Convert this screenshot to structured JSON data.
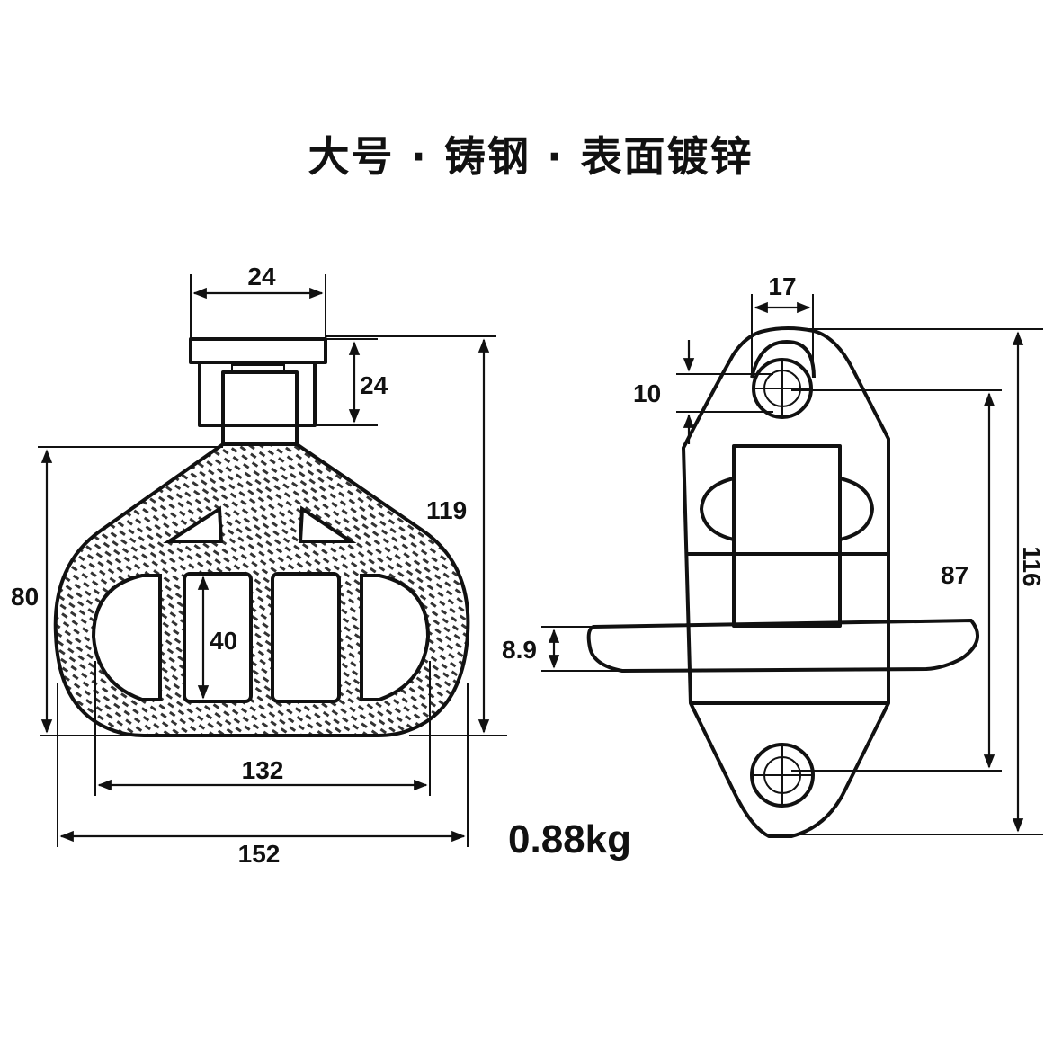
{
  "title": "大号 · 铸钢 · 表面镀锌",
  "weight": "0.88kg",
  "front_view": {
    "dims": {
      "top_width": "24",
      "top_height": "24",
      "overall_height": "119",
      "plate_height": "80",
      "slot_height": "40",
      "inner_width": "132",
      "overall_width": "152"
    }
  },
  "side_view": {
    "dims": {
      "eye_width": "17",
      "hole_offset": "10",
      "hole_spacing": "87",
      "overall_height": "116",
      "step_thickness": "8.9"
    }
  }
}
